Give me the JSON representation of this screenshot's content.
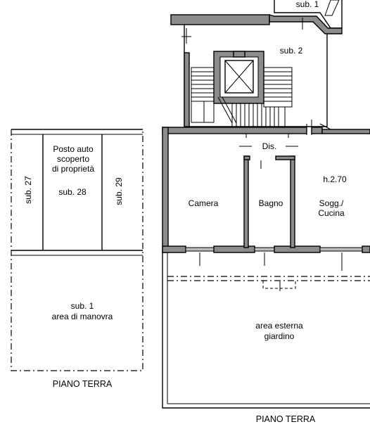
{
  "left_plan": {
    "posto_auto_lines": [
      "Posto auto",
      "scoperto",
      "di proprietà"
    ],
    "sub27": "sub. 27",
    "sub28": "sub. 28",
    "sub29": "sub. 29",
    "sub1": "sub. 1",
    "area_manovra": "area di manovra",
    "floor_title": "PIANO TERRA"
  },
  "right_plan": {
    "sub1": "sub. 1",
    "sub2": "sub. 2",
    "dis": "Dis.",
    "height": "h.2.70",
    "camera": "Camera",
    "bagno": "Bagno",
    "soggiorno": "Sogg./",
    "cucina": "Cucina",
    "area_esterna": "area esterna",
    "giardino": "giardino",
    "floor_title": "PIANO TERRA"
  }
}
